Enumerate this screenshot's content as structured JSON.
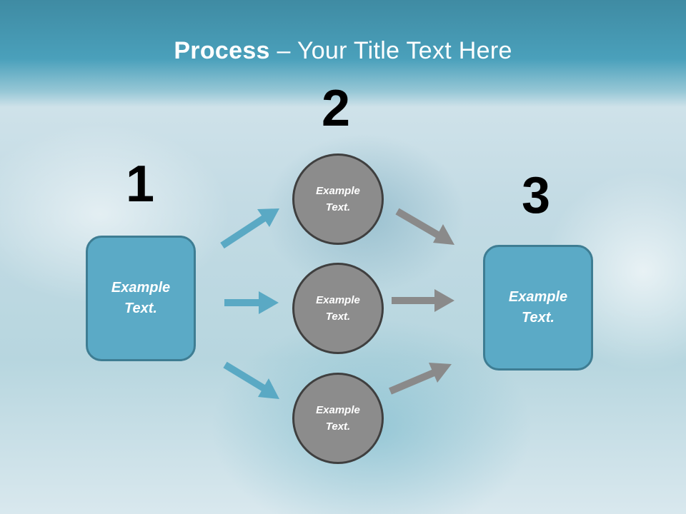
{
  "slide": {
    "title_bold": "Process",
    "title_rest": " – Your Title Text Here"
  },
  "steps": {
    "step1": {
      "number": "1",
      "text": "Example Text."
    },
    "step2": {
      "number": "2"
    },
    "step3": {
      "number": "3",
      "text": "Example Text."
    }
  },
  "circles": [
    {
      "text": "Example Text."
    },
    {
      "text": "Example Text."
    },
    {
      "text": "Example Text."
    }
  ],
  "colors": {
    "header": "#4aa0bb",
    "box_fill": "#5baac6",
    "circle_fill": "#8c8c8c",
    "arrow_blue": "#5aa9c4",
    "arrow_gray": "#8a8a8a"
  }
}
